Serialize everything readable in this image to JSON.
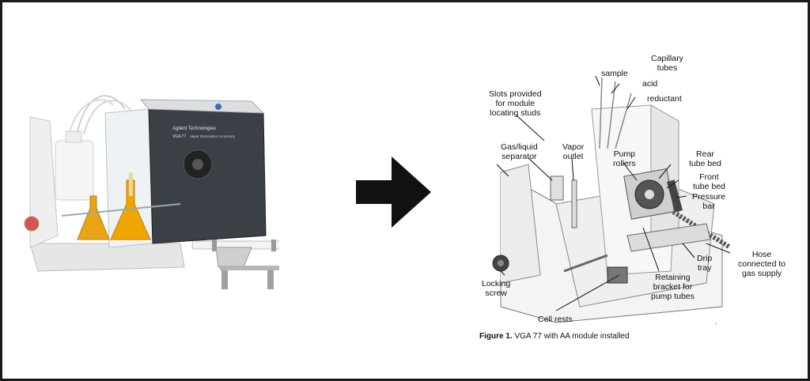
{
  "photo": {
    "brand_text": "Agilent Technologies",
    "model_text": "VGA 77",
    "subtitle_text": "Vapor Generation Accessory"
  },
  "labels": {
    "slots": [
      "Slots provided",
      "for module",
      "locating studs"
    ],
    "capillary": [
      "Capillary",
      "tubes"
    ],
    "sample": "sample",
    "acid": "acid",
    "reductant": "reductant",
    "gas_liquid": [
      "Gas/liquid",
      "separator"
    ],
    "vapor": [
      "Vapor",
      "outlet"
    ],
    "pump_rollers": [
      "Pump",
      "rollers"
    ],
    "rear_bed": [
      "Rear",
      "tube bed"
    ],
    "front_bed": [
      "Front",
      "tube bed"
    ],
    "pressure_bar": [
      "Pressure",
      "bar"
    ],
    "hose": [
      "Hose",
      "connected to",
      "gas supply"
    ],
    "drip_tray": [
      "Drip",
      "tray"
    ],
    "retaining": [
      "Retaining",
      "bracket for",
      "pump tubes"
    ],
    "locking": [
      "Locking",
      "screw"
    ],
    "cell_rests": "Cell rests"
  },
  "caption": {
    "prefix": "Figure 1.",
    "text": " VGA 77 with AA module installed"
  },
  "dot": "."
}
